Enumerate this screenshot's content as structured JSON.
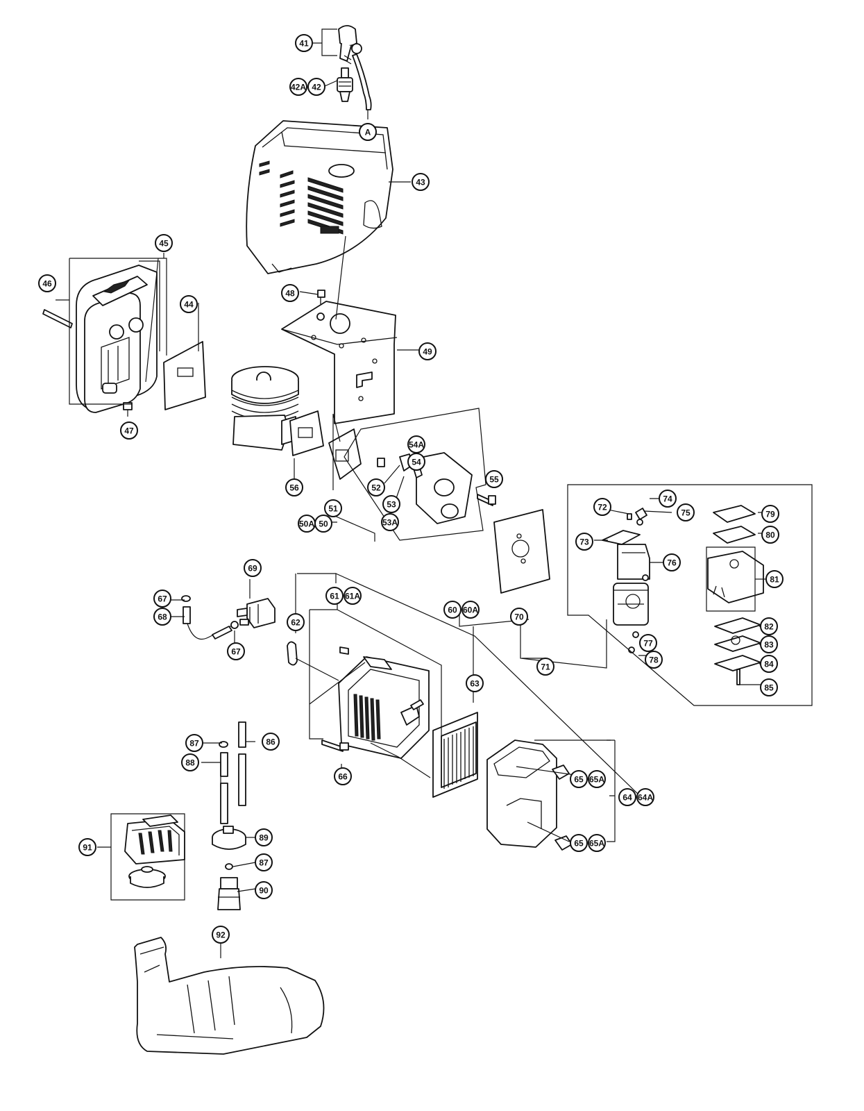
{
  "callouts": [
    {
      "id": "c-41",
      "label": "41"
    },
    {
      "id": "c-42A",
      "label": "42A"
    },
    {
      "id": "c-42",
      "label": "42"
    },
    {
      "id": "c-A",
      "label": "A"
    },
    {
      "id": "c-43",
      "label": "43"
    },
    {
      "id": "c-45",
      "label": "45"
    },
    {
      "id": "c-46",
      "label": "46"
    },
    {
      "id": "c-44",
      "label": "44"
    },
    {
      "id": "c-47",
      "label": "47"
    },
    {
      "id": "c-48",
      "label": "48"
    },
    {
      "id": "c-49",
      "label": "49"
    },
    {
      "id": "c-56",
      "label": "56"
    },
    {
      "id": "c-54A",
      "label": "54A"
    },
    {
      "id": "c-54",
      "label": "54"
    },
    {
      "id": "c-52",
      "label": "52"
    },
    {
      "id": "c-53",
      "label": "53"
    },
    {
      "id": "c-53A",
      "label": "53A"
    },
    {
      "id": "c-55",
      "label": "55"
    },
    {
      "id": "c-51",
      "label": "51"
    },
    {
      "id": "c-50A",
      "label": "50A"
    },
    {
      "id": "c-50",
      "label": "50"
    },
    {
      "id": "c-72",
      "label": "72"
    },
    {
      "id": "c-74",
      "label": "74"
    },
    {
      "id": "c-75",
      "label": "75"
    },
    {
      "id": "c-73",
      "label": "73"
    },
    {
      "id": "c-79",
      "label": "79"
    },
    {
      "id": "c-80",
      "label": "80"
    },
    {
      "id": "c-76",
      "label": "76"
    },
    {
      "id": "c-81",
      "label": "81"
    },
    {
      "id": "c-69",
      "label": "69"
    },
    {
      "id": "c-67a",
      "label": "67"
    },
    {
      "id": "c-68",
      "label": "68"
    },
    {
      "id": "c-67b",
      "label": "67"
    },
    {
      "id": "c-61",
      "label": "61"
    },
    {
      "id": "c-61A",
      "label": "61A"
    },
    {
      "id": "c-60",
      "label": "60"
    },
    {
      "id": "c-60A",
      "label": "60A"
    },
    {
      "id": "c-62",
      "label": "62"
    },
    {
      "id": "c-70",
      "label": "70"
    },
    {
      "id": "c-71",
      "label": "71"
    },
    {
      "id": "c-77",
      "label": "77"
    },
    {
      "id": "c-78",
      "label": "78"
    },
    {
      "id": "c-82",
      "label": "82"
    },
    {
      "id": "c-83",
      "label": "83"
    },
    {
      "id": "c-84",
      "label": "84"
    },
    {
      "id": "c-85",
      "label": "85"
    },
    {
      "id": "c-63",
      "label": "63"
    },
    {
      "id": "c-87a",
      "label": "87"
    },
    {
      "id": "c-86",
      "label": "86"
    },
    {
      "id": "c-88",
      "label": "88"
    },
    {
      "id": "c-66",
      "label": "66"
    },
    {
      "id": "c-65a",
      "label": "65"
    },
    {
      "id": "c-65Aa",
      "label": "65A"
    },
    {
      "id": "c-64",
      "label": "64"
    },
    {
      "id": "c-64A",
      "label": "64A"
    },
    {
      "id": "c-91",
      "label": "91"
    },
    {
      "id": "c-89",
      "label": "89"
    },
    {
      "id": "c-65b",
      "label": "65"
    },
    {
      "id": "c-65Ab",
      "label": "65A"
    },
    {
      "id": "c-87b",
      "label": "87"
    },
    {
      "id": "c-90",
      "label": "90"
    },
    {
      "id": "c-92",
      "label": "92"
    }
  ]
}
